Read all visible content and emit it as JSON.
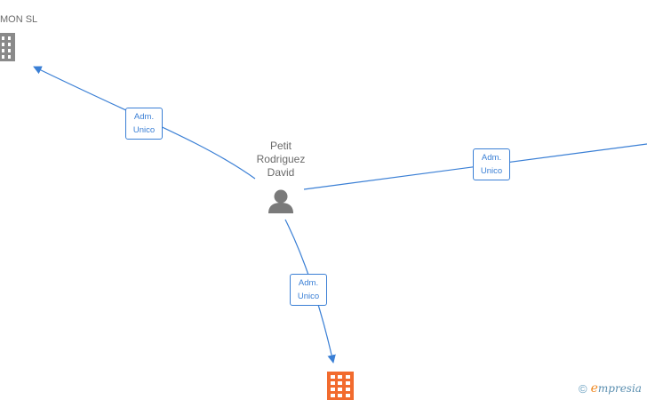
{
  "nodes": {
    "company_top_left": {
      "label": "MON  SL",
      "color": "#8a8a8a"
    },
    "person_center": {
      "label": "Petit\nRodriguez\nDavid",
      "color": "#7a7a7a"
    },
    "company_bottom": {
      "label": "",
      "color": "#f26b2e"
    }
  },
  "edges": [
    {
      "label_line1": "Adm.",
      "label_line2": "Unico"
    },
    {
      "label_line1": "Adm.",
      "label_line2": "Unico"
    },
    {
      "label_line1": "Adm.",
      "label_line2": "Unico"
    }
  ],
  "colors": {
    "edge": "#3a7fd5",
    "label_text": "#6a6a6a"
  },
  "watermark": {
    "copyright": "©",
    "brand": "mpresia",
    "logo_letter": "e"
  }
}
